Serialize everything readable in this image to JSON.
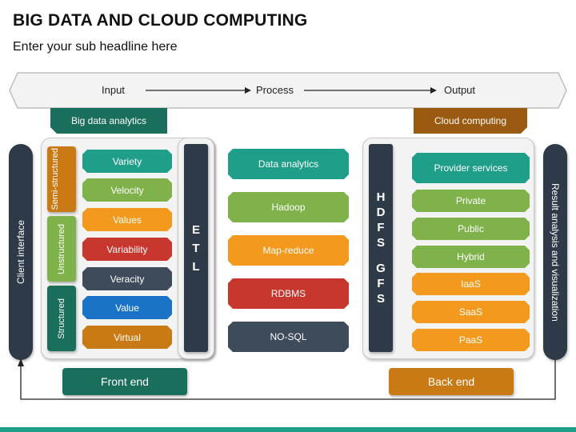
{
  "header": {
    "title": "BIG DATA AND CLOUD COMPUTING",
    "subtitle": "Enter your sub headline here"
  },
  "flow": {
    "input": "Input",
    "process": "Process",
    "output": "Output"
  },
  "tags": {
    "left": "Big data analytics",
    "right": "Cloud computing"
  },
  "sides": {
    "left": "Client interface",
    "right": "Result analysis and visualization"
  },
  "data_types": {
    "groups": [
      "Semi-structured",
      "Unstructured",
      "Structured"
    ],
    "items": [
      {
        "label": "Variety",
        "color": "#1f9e8a"
      },
      {
        "label": "Velocity",
        "color": "#7fb24a"
      },
      {
        "label": "Values",
        "color": "#f39a1e"
      },
      {
        "label": "Variability",
        "color": "#c8372d"
      },
      {
        "label": "Veracity",
        "color": "#3e4b5a"
      },
      {
        "label": "Value",
        "color": "#1a73c7"
      },
      {
        "label": "Virtual",
        "color": "#c97a14"
      }
    ]
  },
  "etl": [
    "E",
    "T",
    "L"
  ],
  "process_items": [
    {
      "label": "Data analytics",
      "color": "#1f9e8a"
    },
    {
      "label": "Hadoop",
      "color": "#7fb24a"
    },
    {
      "label": "Map-reduce",
      "color": "#f39a1e"
    },
    {
      "label": "RDBMS",
      "color": "#c8372d"
    },
    {
      "label": "NO-SQL",
      "color": "#3e4b5a"
    }
  ],
  "storage": {
    "col1": [
      "H",
      "D",
      "F",
      "S"
    ],
    "col2": [
      "G",
      "F",
      "S"
    ]
  },
  "cloud_items": [
    {
      "label": "Provider services",
      "color": "#1f9e8a"
    },
    {
      "label": "Private",
      "color": "#7fb24a"
    },
    {
      "label": "Public",
      "color": "#7fb24a"
    },
    {
      "label": "Hybrid",
      "color": "#7fb24a"
    },
    {
      "label": "IaaS",
      "color": "#f39a1e"
    },
    {
      "label": "SaaS",
      "color": "#f39a1e"
    },
    {
      "label": "PaaS",
      "color": "#f39a1e"
    }
  ],
  "bottom": {
    "front": "Front end",
    "back": "Back end"
  },
  "colors": {
    "teal": "#1f9e8a",
    "dark_green": "#1a6e5c",
    "brown": "#9a5a12",
    "navy": "#2f3a48",
    "orange": "#c97a14"
  }
}
